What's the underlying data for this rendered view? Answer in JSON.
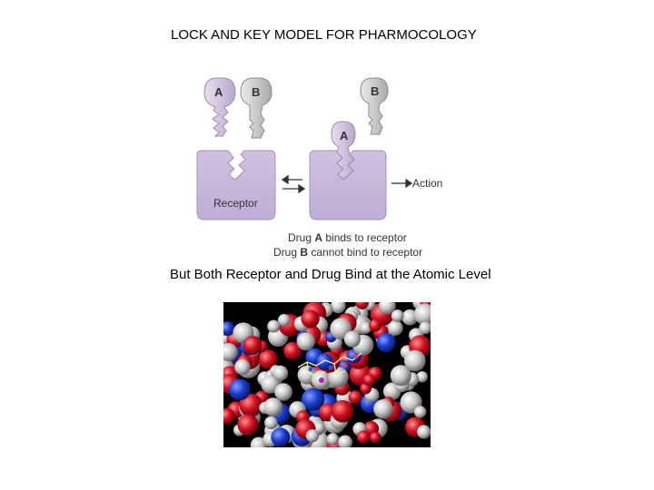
{
  "title": "LOCK AND KEY MODEL FOR PHARMOCOLOGY",
  "diagram": {
    "key_a": "A",
    "key_b": "B",
    "receptor_label": "Receptor",
    "action_label": "Action",
    "caption_line1_prefix": "Drug ",
    "caption_line1_drug": "A",
    "caption_line1_suffix": " binds to receptor",
    "caption_line2_prefix": "Drug ",
    "caption_line2_drug": "B",
    "caption_line2_suffix": " cannot bind to receptor",
    "colors": {
      "receptor": "#c8b8dc",
      "key_a": "#c9bcd9",
      "key_b": "#c4c4c4"
    }
  },
  "subtitle": "But Both Receptor and Drug Bind at the Atomic Level",
  "molecule": {
    "colors": {
      "background": "#000000",
      "carbon": "#c8c8c8",
      "oxygen": "#d01020",
      "nitrogen": "#1a3fd0"
    }
  }
}
